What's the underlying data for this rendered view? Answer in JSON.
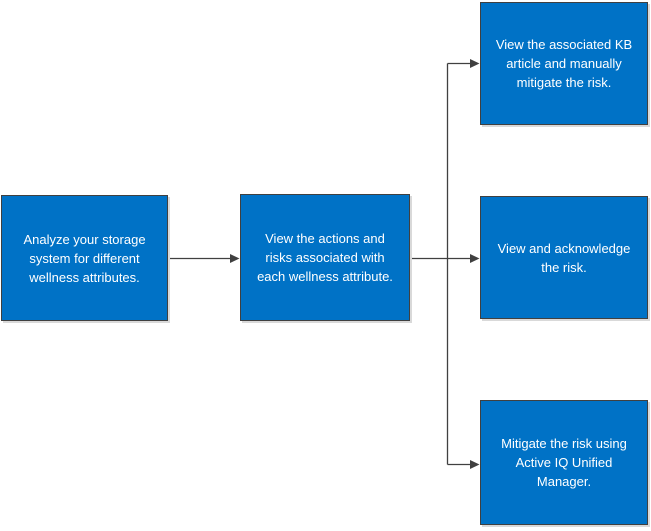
{
  "colors": {
    "node_fill": "#0072C6",
    "node_border": "#404040",
    "connector": "#404040",
    "node_text": "#ffffff",
    "canvas_bg": "#ffffff",
    "node_shadow": "#d9d9d9"
  },
  "nodes": [
    {
      "id": "analyze-storage",
      "label": "Analyze your storage\nsystem for different\nwellness attributes."
    },
    {
      "id": "view-actions-risks",
      "label": "View the actions and\nrisks associated with\neach wellness attribute."
    },
    {
      "id": "view-kb-article",
      "label": "View the associated KB\narticle and manually\nmitigate the risk."
    },
    {
      "id": "view-acknowledge-risk",
      "label": "View and acknowledge\nthe risk."
    },
    {
      "id": "mitigate-unified-manager",
      "label": "Mitigate the risk using\nActive IQ Unified\nManager."
    }
  ],
  "connectors": [
    {
      "from": "analyze-storage",
      "to": "view-actions-risks"
    },
    {
      "from": "view-actions-risks",
      "to": "view-kb-article"
    },
    {
      "from": "view-actions-risks",
      "to": "view-acknowledge-risk"
    },
    {
      "from": "view-actions-risks",
      "to": "mitigate-unified-manager"
    }
  ]
}
